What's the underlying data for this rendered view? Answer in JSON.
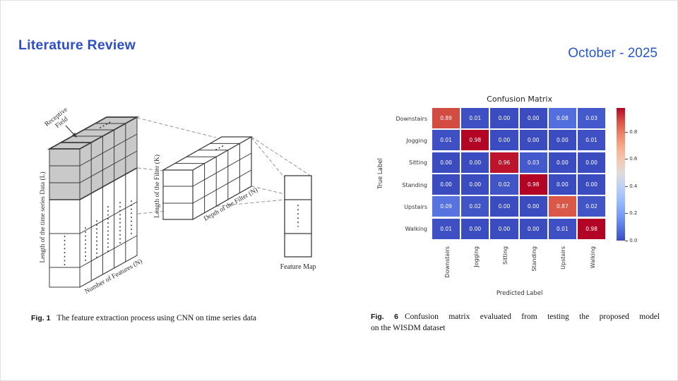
{
  "header": {
    "title": "Literature Review",
    "date": "October - 2025",
    "title_color": "#2e4ec7",
    "date_color": "#2657cd"
  },
  "figures": {
    "cnn": {
      "fig_label": "Fig. 1",
      "caption": "The feature extraction process using CNN on time series data",
      "labels": {
        "receptive_field_line1": "Receptive",
        "receptive_field_line2": "Field",
        "y_axis": "Length of the time series Data (L)",
        "x_axis": "Number of Features (N)",
        "filter_length": "Length of the Filter (K)",
        "filter_depth": "Depth of the Filter (N)",
        "feature_map": "Feature Map"
      }
    },
    "confusion": {
      "fig_label": "Fig. 6",
      "caption_line1": "Confusion matrix evaluated from testing the proposed model",
      "caption_line2": "on the WISDM dataset"
    }
  },
  "chart_data": {
    "type": "heatmap",
    "title": "Confusion Matrix",
    "xlabel": "Predicted Label",
    "ylabel": "True Label",
    "categories": [
      "Downstairs",
      "Jogging",
      "Sitting",
      "Standing",
      "Upstairs",
      "Walking"
    ],
    "matrix": [
      [
        0.89,
        0.01,
        0.0,
        0.0,
        0.08,
        0.03
      ],
      [
        0.01,
        0.98,
        0.0,
        0.0,
        0.0,
        0.01
      ],
      [
        0.0,
        0.0,
        0.96,
        0.03,
        0.0,
        0.0
      ],
      [
        0.0,
        0.0,
        0.02,
        0.98,
        0.0,
        0.0
      ],
      [
        0.09,
        0.02,
        0.0,
        0.0,
        0.87,
        0.02
      ],
      [
        0.01,
        0.0,
        0.0,
        0.0,
        0.01,
        0.98
      ]
    ],
    "colormap": "coolwarm",
    "vmin": 0.0,
    "vmax": 0.98,
    "colorbar_ticks": [
      0.0,
      0.2,
      0.4,
      0.6,
      0.8
    ],
    "grid": false,
    "legend_position": "right-colorbar"
  }
}
